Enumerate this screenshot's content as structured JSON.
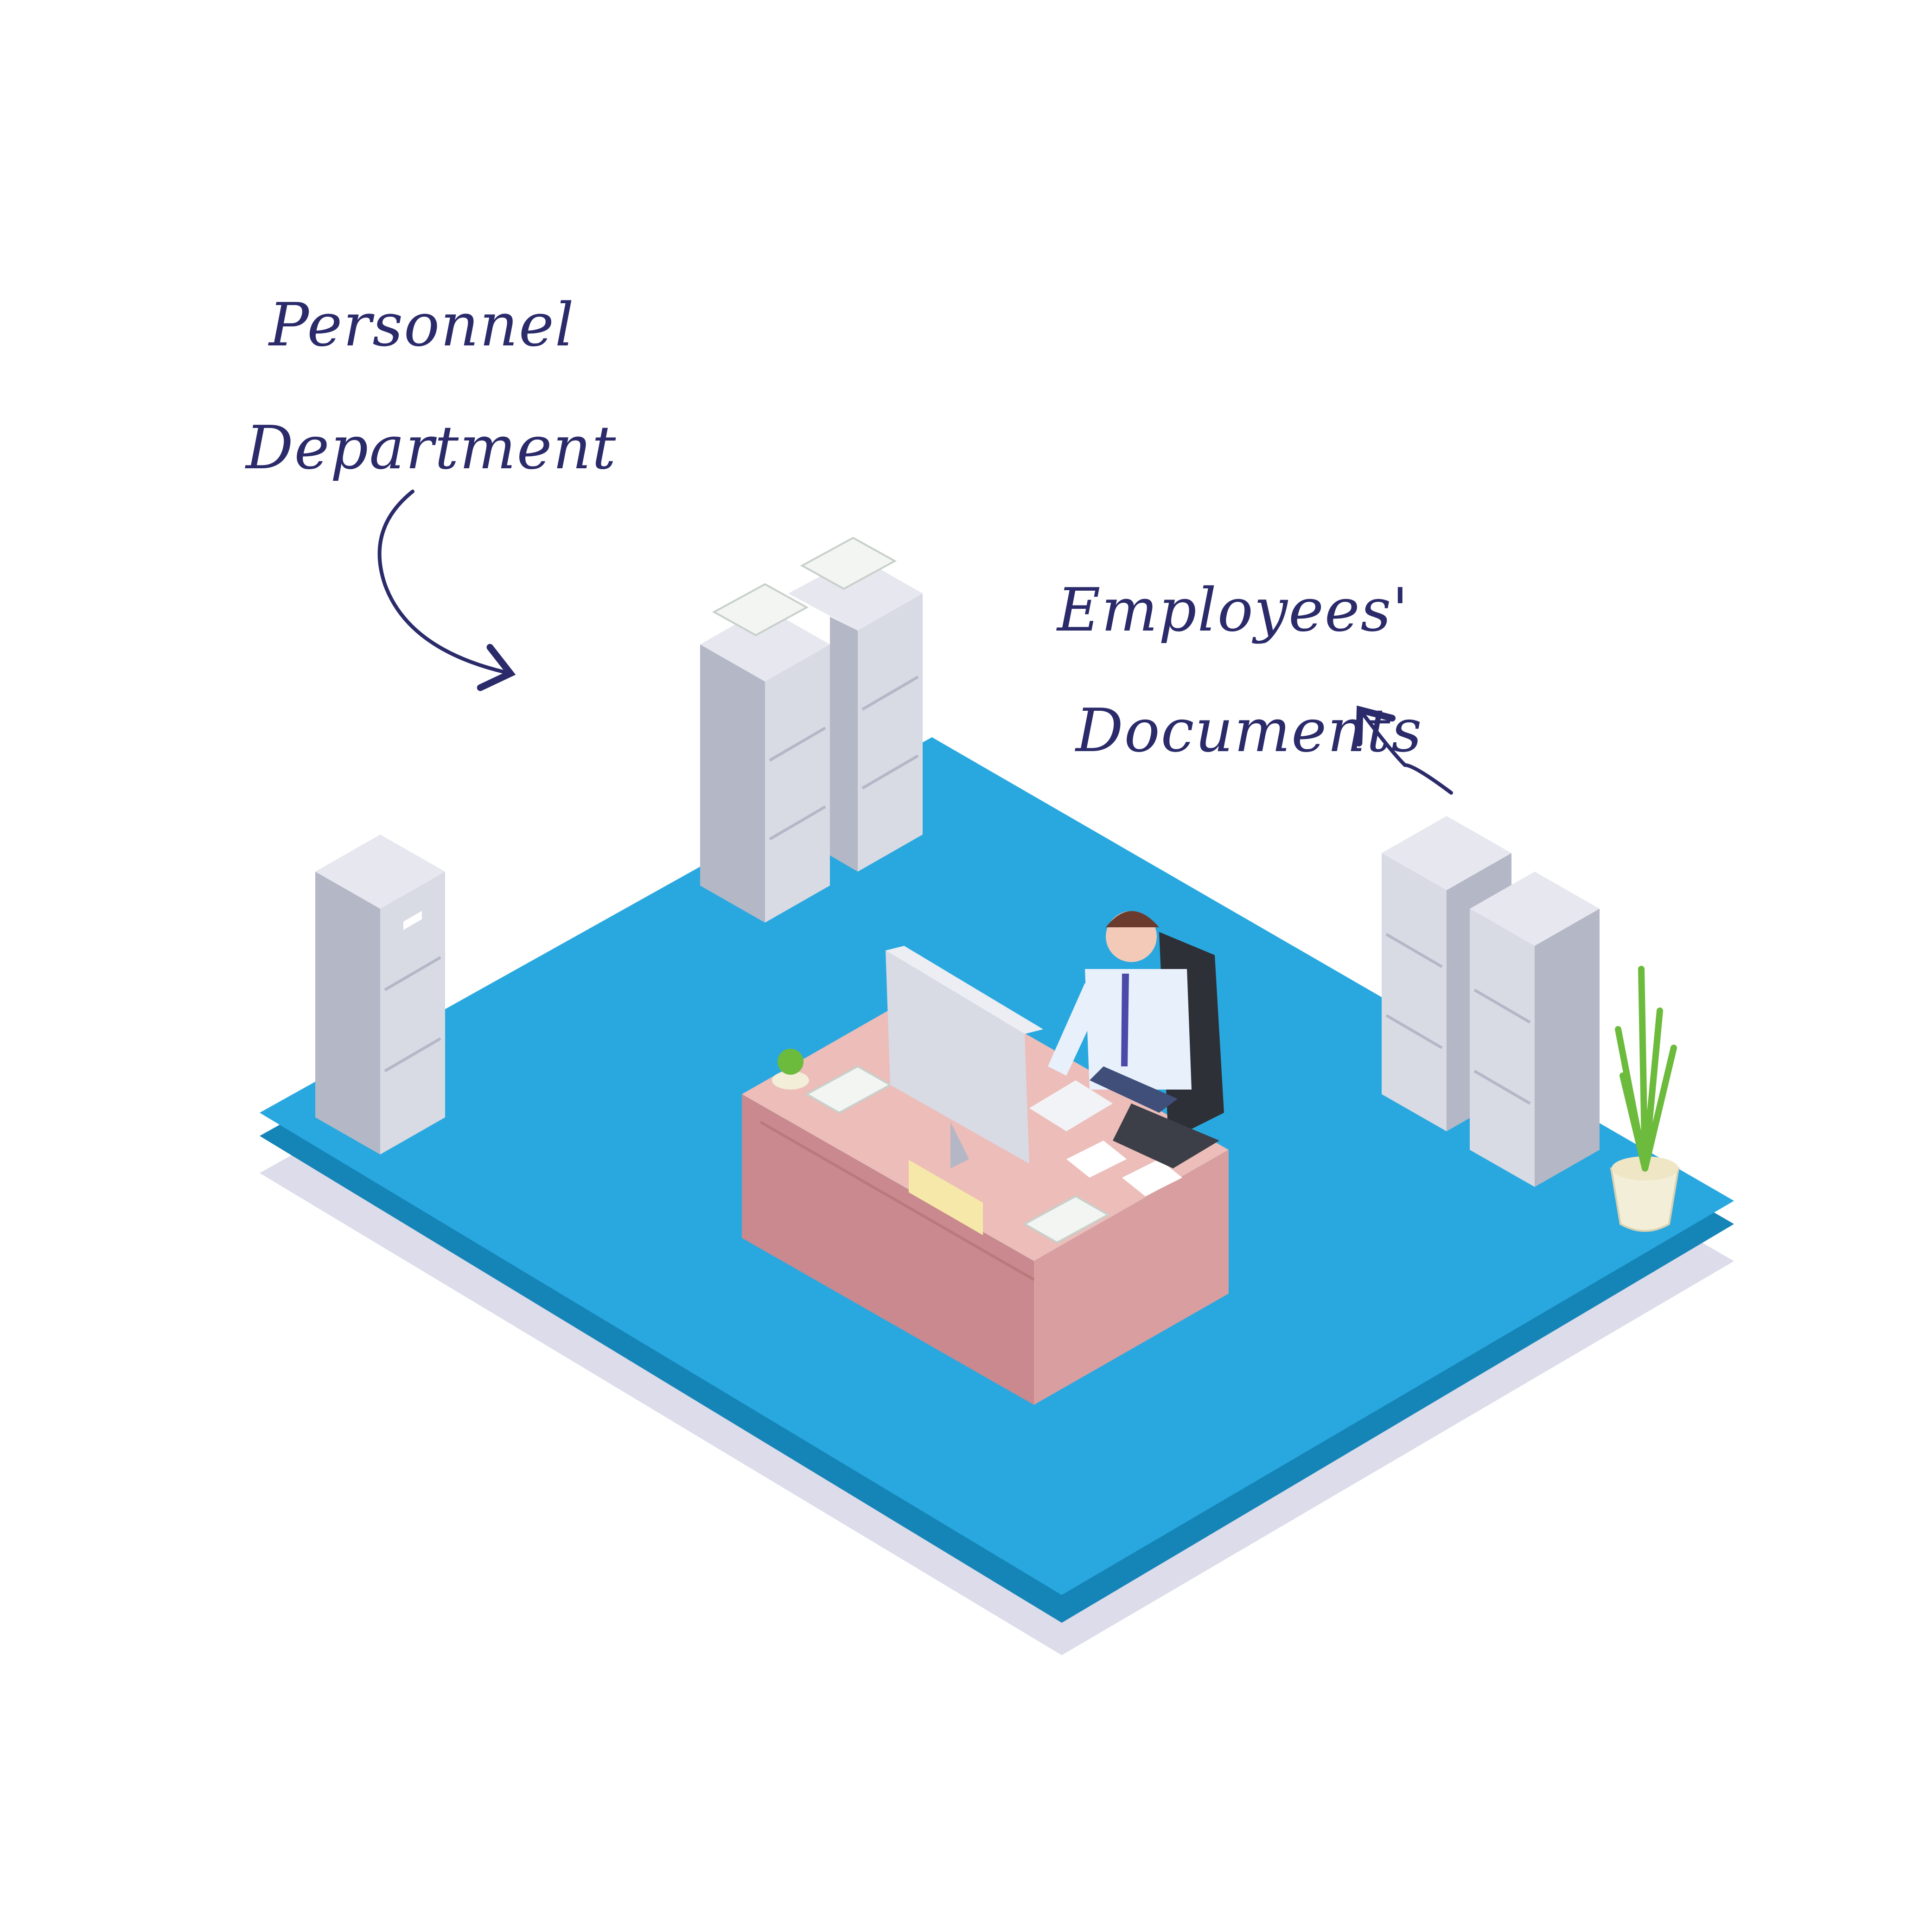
{
  "labels": {
    "personnel_line1": "Personnel",
    "personnel_line2": "Department",
    "documents_line1": "Employees'",
    "documents_line2": "Documents"
  },
  "colors": {
    "background": "#ffffff",
    "floor_top": "#29a8df",
    "floor_edge": "#1585b8",
    "floor_shadow": "#dcdcea",
    "cabinet_light": "#e6e7ef",
    "cabinet_side": "#b4b7c6",
    "cabinet_front": "#d8dae4",
    "desk_top": "#ecbdb9",
    "desk_front": "#c9898e",
    "desk_side": "#d89ea0",
    "handwriting": "#2b2b6b",
    "shirt": "#e8f0fb",
    "tie": "#4a4aa8",
    "chair": "#2e3038",
    "plant": "#6cbb3c"
  },
  "icons": [
    "arrow-curve-icon",
    "arrow-double-icon",
    "filing-cabinet-icon",
    "plant-icon",
    "computer-monitor-icon"
  ]
}
